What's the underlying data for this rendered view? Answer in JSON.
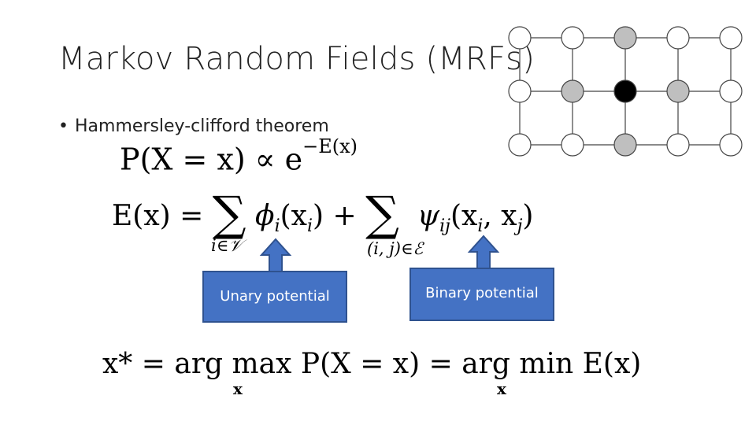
{
  "slide": {
    "title": "Markov Random Fields (MRFs)",
    "bullet": "Hammersley-clifford theorem",
    "bullet_marker": "•"
  },
  "equations": {
    "joint": {
      "lhs": "P(X = x) ∝ e",
      "exponent": "−E(x)"
    },
    "energy": {
      "lhs": "E(x) =",
      "sum_symbol": "∑",
      "unary_term": "ϕ",
      "unary_sub": "i",
      "unary_args": "(x",
      "unary_args_sub": "i",
      "plus": "+",
      "binary_term": "ψ",
      "binary_sub": "ij",
      "binary_args": "(x",
      "binary_args_mid": ", x",
      "close_paren": ")",
      "sum1_under": "i∈𝒱",
      "sum2_under": "(i, j)∈ℰ"
    },
    "map": {
      "text": "x* = arg max P(X = x) = arg min E(x)",
      "argmax_sub": "x",
      "argmin_sub": "x"
    }
  },
  "callouts": {
    "unary": "Unary potential",
    "binary": "Binary potential"
  },
  "colors": {
    "callout_fill": "#4472c4",
    "callout_border": "#2f528f",
    "node_white": "#ffffff",
    "node_gray": "#bfbfbf",
    "node_black": "#000000"
  },
  "grid": {
    "rows": 3,
    "cols": 5,
    "nodes": [
      [
        "white",
        "white",
        "gray",
        "white",
        "white"
      ],
      [
        "white",
        "gray",
        "black",
        "gray",
        "white"
      ],
      [
        "white",
        "white",
        "gray",
        "white",
        "white"
      ]
    ]
  }
}
